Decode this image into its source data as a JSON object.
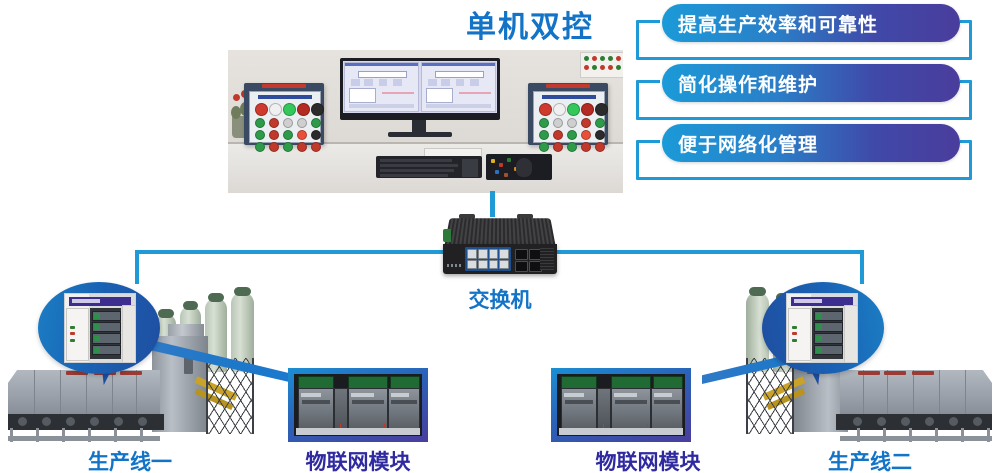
{
  "diagram": {
    "title": "单机双控",
    "title_color": "#1273c7"
  },
  "benefits": {
    "items": [
      {
        "label": "提高生产效率和可靠性"
      },
      {
        "label": "简化操作和维护"
      },
      {
        "label": "便于网络化管理"
      }
    ],
    "pill_gradient_from": "#1b9ad8",
    "pill_gradient_to": "#4a3d9c",
    "bracket_color": "#1f9ad6"
  },
  "workstation": {
    "name": "workstation-photo",
    "caption": ""
  },
  "network": {
    "switch_label": "交换机",
    "line_color": "#1f9ad6"
  },
  "nodes": {
    "line1_label": "生产线一",
    "iot1_label": "物联网模块",
    "iot2_label": "物联网模块",
    "line2_label": "生产线二",
    "label_color": "#1273c7",
    "iot_label_color": "#2f2aa0"
  }
}
